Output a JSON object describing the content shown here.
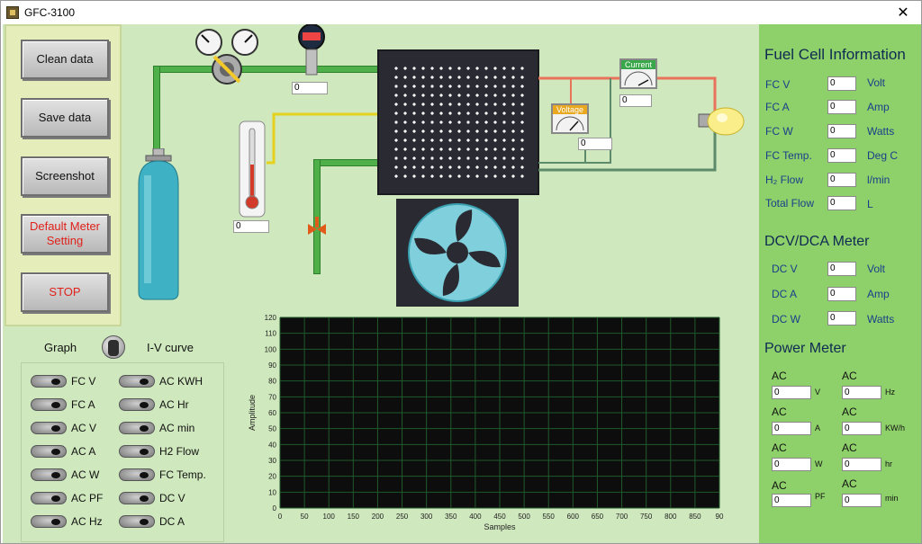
{
  "window": {
    "title": "GFC-3100",
    "close_glyph": "✕"
  },
  "buttons": {
    "clean": "Clean data",
    "save": "Save data",
    "screenshot": "Screenshot",
    "default_meter_line1": "Default Meter",
    "default_meter_line2": "Setting",
    "stop": "STOP"
  },
  "mode_switch": {
    "left_label": "Graph",
    "right_label": "I-V curve"
  },
  "legend_items": {
    "col1": [
      "FC V",
      "FC A",
      "AC V",
      "AC A",
      "AC W",
      "AC PF",
      "AC Hz"
    ],
    "col2": [
      "AC KWH",
      "AC Hr",
      "AC min",
      "H2 Flow",
      "FC Temp.",
      "DC V",
      "DC A"
    ]
  },
  "diagram": {
    "pressure_value": "0",
    "temperature_value": "0",
    "voltage_meter_label": "Voltage",
    "voltage_value": "0",
    "current_meter_label": "Current",
    "current_value": "0",
    "pipe_color": "#4fb04a",
    "wire_colors": {
      "positive": "#e8735a",
      "negative": "#5c8a6a",
      "sensor": "#e4d21c"
    }
  },
  "fuel_cell": {
    "title": "Fuel Cell Information",
    "rows": [
      {
        "label": "FC V",
        "value": "0",
        "unit": "Volt"
      },
      {
        "label": "FC A",
        "value": "0",
        "unit": "Amp"
      },
      {
        "label": "FC W",
        "value": "0",
        "unit": "Watts"
      },
      {
        "label": "FC Temp.",
        "value": "0",
        "unit": "Deg C"
      },
      {
        "label": "H₂ Flow",
        "value": "0",
        "unit": "l/min"
      },
      {
        "label": "Total Flow",
        "value": "0",
        "unit": "L"
      }
    ]
  },
  "dc_meter": {
    "title": "DCV/DCA Meter",
    "rows": [
      {
        "label": "DC V",
        "value": "0",
        "unit": "Volt"
      },
      {
        "label": "DC A",
        "value": "0",
        "unit": "Amp"
      },
      {
        "label": "DC W",
        "value": "0",
        "unit": "Watts"
      }
    ]
  },
  "power_meter": {
    "title": "Power Meter",
    "cells": [
      {
        "label": "AC",
        "value": "0",
        "unit": "V"
      },
      {
        "label": "AC",
        "value": "0",
        "unit": "Hz"
      },
      {
        "label": "AC",
        "value": "0",
        "unit": "A"
      },
      {
        "label": "AC",
        "value": "0",
        "unit": "KW/h"
      },
      {
        "label": "AC",
        "value": "0",
        "unit": "W"
      },
      {
        "label": "AC",
        "value": "0",
        "unit": "hr"
      },
      {
        "label": "AC",
        "value": "0",
        "unit": "PF"
      },
      {
        "label": "AC",
        "value": "0",
        "unit": "min"
      }
    ]
  },
  "chart_data": {
    "type": "line",
    "title": "",
    "xlabel": "Samples",
    "ylabel": "Amplitude",
    "xlim": [
      0,
      90
    ],
    "ylim": [
      0,
      120
    ],
    "xticks": [
      0,
      5,
      10,
      15,
      20,
      25,
      30,
      35,
      40,
      45,
      50,
      55,
      60,
      65,
      70,
      75,
      80,
      85,
      90
    ],
    "yticks": [
      0,
      10,
      20,
      30,
      40,
      50,
      60,
      70,
      80,
      90,
      100,
      110,
      120
    ],
    "xtick_labels": [
      "0",
      "50",
      "100",
      "150",
      "200",
      "250",
      "300",
      "350",
      "400",
      "450",
      "500",
      "550",
      "600",
      "650",
      "700",
      "750",
      "800",
      "850",
      "90"
    ],
    "ytick_labels": [
      "0",
      "10",
      "20",
      "30",
      "40",
      "50",
      "60",
      "70",
      "80",
      "90",
      "100",
      "110",
      "120"
    ],
    "grid": true,
    "series": [],
    "plot_background": "#0d0d0d",
    "grid_color": "#1f5a2a"
  }
}
